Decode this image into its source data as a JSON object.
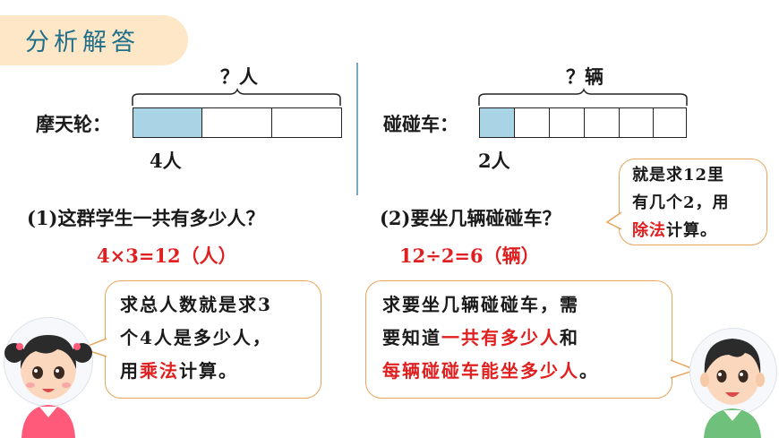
{
  "section_title": "分析解答",
  "left": {
    "total_label": "？人",
    "row_label": "摩天轮：",
    "unit_label": "4人",
    "question": "(1)这群学生一共有多少人？",
    "equation": "4×3=12（人）",
    "bubble": {
      "line1": "求总人数就是求3",
      "line2": "个4人是多少人，",
      "line3_a": "用",
      "line3_b": "乘法",
      "line3_c": "计算。"
    }
  },
  "right": {
    "total_label": "？辆",
    "row_label": "碰碰车：",
    "unit_label": "2人",
    "question": "(2)要坐几辆碰碰车？",
    "equation": "12÷2=6（辆）",
    "hint": {
      "line1": "就是求12里",
      "line2": "有几个2，用",
      "line3_a": "除法",
      "line3_b": "计算。"
    },
    "bubble": {
      "line1": "求要坐几辆碰碰车，需",
      "line2_a": "要知道",
      "line2_b": "一共有多少人",
      "line2_c": "和",
      "line3_a": "每辆碰碰车能坐多少人",
      "line3_b": "。"
    }
  },
  "colors": {
    "accent_red": "#e02020",
    "title_blue": "#1f6f8b",
    "bubble_border": "#e8a55c",
    "bar_fill": "#a9d4e5"
  },
  "icons": {
    "girl": "girl-avatar",
    "boy": "boy-avatar"
  }
}
